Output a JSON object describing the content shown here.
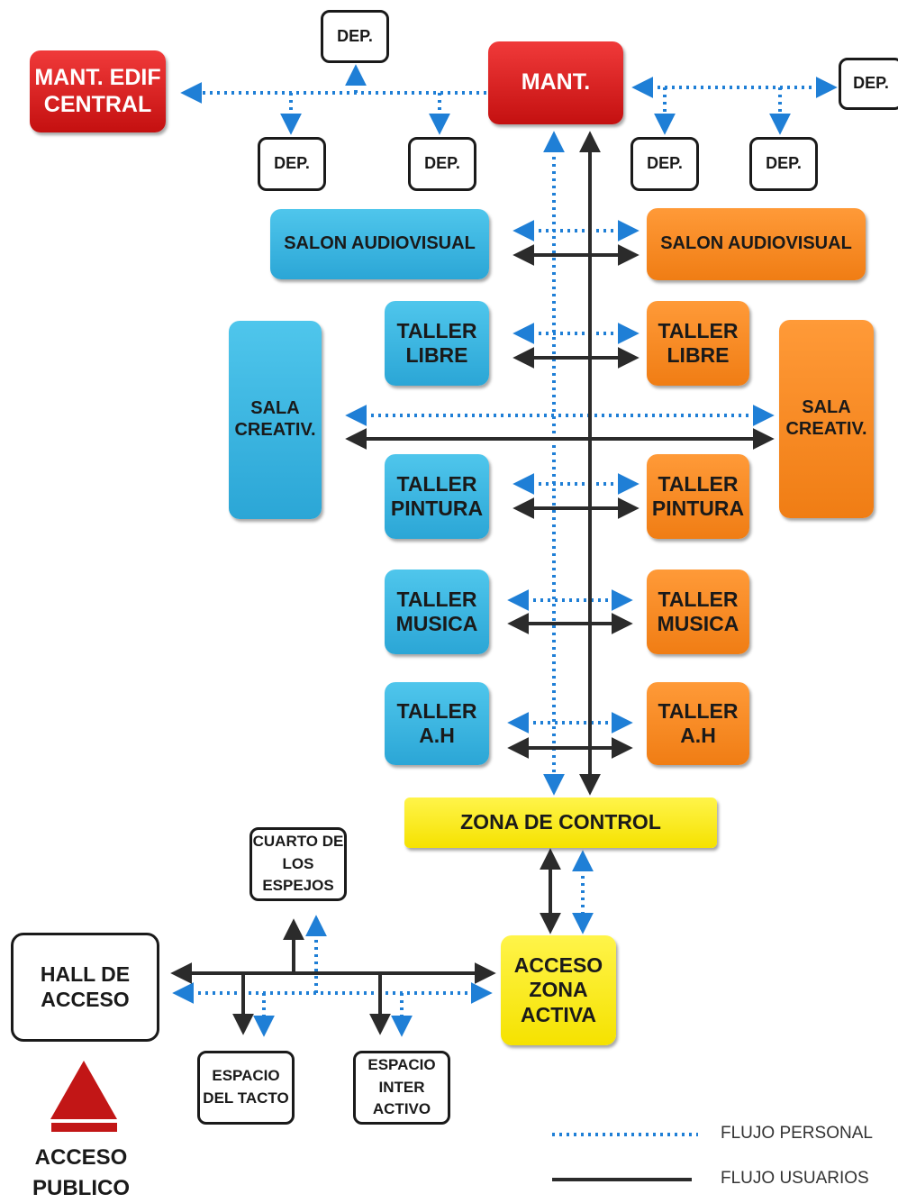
{
  "boxes": {
    "mant_edif": "MANT. EDIF CENTRAL",
    "mant": "MANT.",
    "dep": "DEP.",
    "salon_audiovisual": "SALON AUDIOVISUAL",
    "taller_libre": "TALLER LIBRE",
    "sala_creativ": "SALA CREATIV.",
    "taller_pintura": "TALLER PINTURA",
    "taller_musica": "TALLER MUSICA",
    "taller_ah": "TALLER A.H",
    "zona_control": "ZONA DE CONTROL",
    "cuarto_espejos": "CUARTO DE LOS ESPEJOS",
    "hall_acceso": "HALL DE ACCESO",
    "acceso_zona_activa": "ACCESO ZONA ACTIVA",
    "espacio_tacto": "ESPACIO DEL TACTO",
    "espacio_interactivo": "ESPACIO INTER ACTIVO"
  },
  "access_label": "ACCESO PUBLICO",
  "legend": {
    "personal": "FLUJO PERSONAL",
    "usuarios": "FLUJO USUARIOS"
  },
  "colors": {
    "red": "#d42020",
    "blue": "#35b2e0",
    "orange": "#f7891f",
    "yellow": "#fbeb0c",
    "personal_flow": "#1f7fd6",
    "user_flow": "#2b2b2b"
  }
}
